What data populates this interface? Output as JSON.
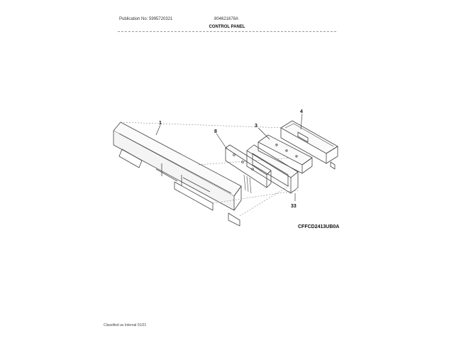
{
  "header": {
    "publication": "Publication No: 5995720321",
    "model": "804621678A",
    "title": "CONTROL PANEL"
  },
  "callouts": {
    "c1": "1",
    "c8": "8",
    "c3": "3",
    "c4": "4",
    "c33": "33"
  },
  "diagram_code": "CFFCD2413UB0A",
  "footer": "Classified as Internal 01/21"
}
